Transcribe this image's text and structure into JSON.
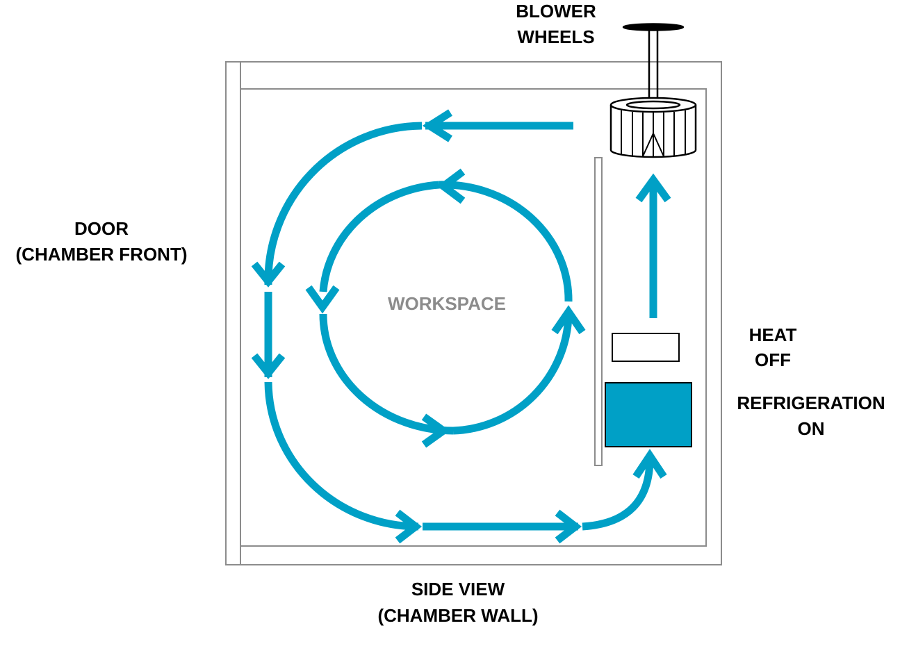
{
  "labels": {
    "blower_line1": "BLOWER",
    "blower_line2": "WHEELS",
    "door_line1": "DOOR",
    "door_line2": "(CHAMBER FRONT)",
    "workspace": "WORKSPACE",
    "heat_line1": "HEAT",
    "heat_line2": "OFF",
    "refrigeration_line1": "REFRIGERATION",
    "refrigeration_line2": "ON",
    "side_view_line1": "SIDE VIEW",
    "side_view_line2": "(CHAMBER WALL)"
  },
  "colors": {
    "airflow": "#00a0c6",
    "refrigeration_unit": "#00a0c6",
    "wall": "#8c8c8c",
    "workspace_text": "#8c8c8c",
    "text": "#000000"
  }
}
